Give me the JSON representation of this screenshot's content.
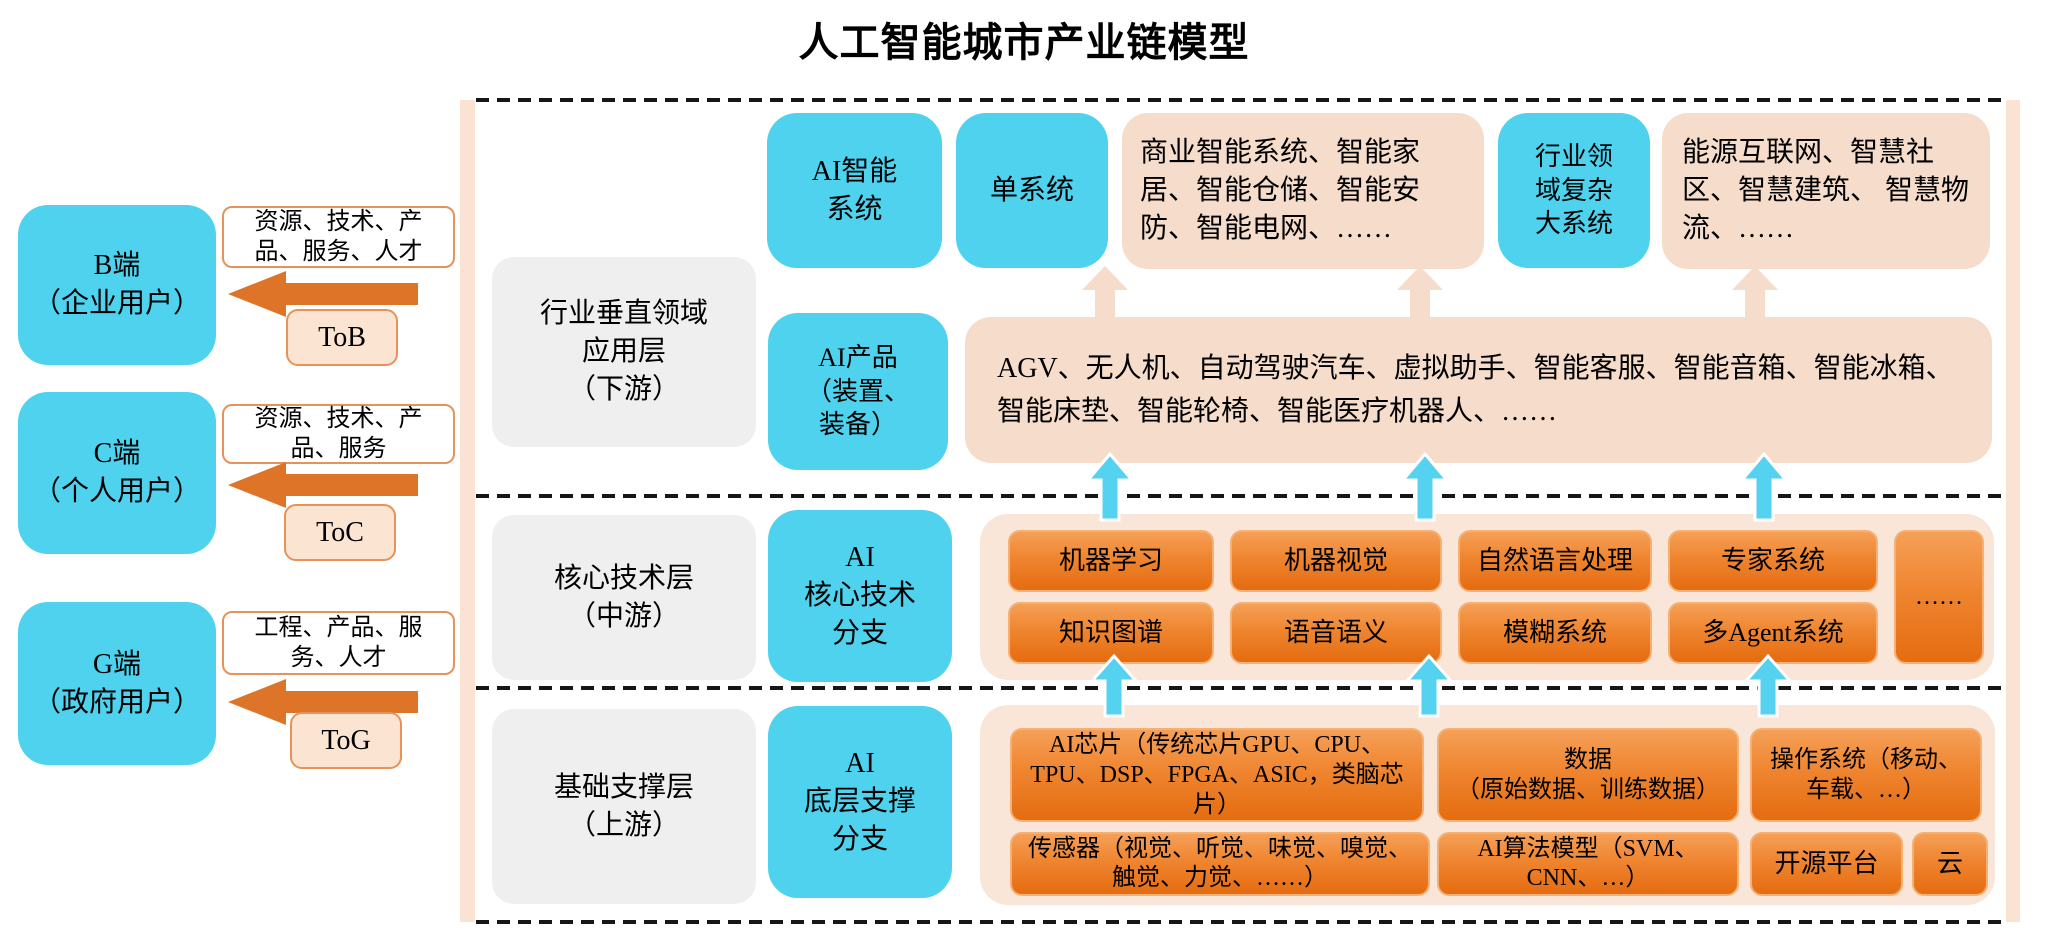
{
  "title": "人工智能城市产业链模型",
  "colors": {
    "cyan": "#4ed2ee",
    "peach_box": "#f6ddcb",
    "peach_container": "#fae6d8",
    "peach_strip": "#fae3d3",
    "orange_gradient_top": "#f5a057",
    "orange_gradient_bottom": "#e56c10",
    "orange_arrow": "#dd7428",
    "gray_box": "#efefef",
    "outline_orange": "#e89158",
    "dash_line": "#161616"
  },
  "icons": {
    "left_block_arrow": "left-block-arrow",
    "up_block_arrow_cyan": "up-block-arrow-cyan",
    "up_block_arrow_peach": "up-block-arrow-peach"
  },
  "left_panel": {
    "groups": [
      {
        "user": "B端\n（企业用户）",
        "flow": "资源、技术、产品、服务、人才",
        "channel": "ToB"
      },
      {
        "user": "C端\n（个人用户）",
        "flow": "资源、技术、产品、服务",
        "channel": "ToC"
      },
      {
        "user": "G端\n（政府用户）",
        "flow": "工程、产品、服务、人才",
        "channel": "ToG"
      }
    ]
  },
  "layers": {
    "application": {
      "label": "行业垂直领域\n应用层\n（下游）",
      "system_row": {
        "ai_system": "AI智能\n系统",
        "single_system": "单系统",
        "single_examples": "商业智能系统、智能家居、智能仓储、智能安防、智能电网、……",
        "complex_system": "行业领\n域复杂\n大系统",
        "complex_examples": "能源互联网、智慧社区、智慧建筑、 智慧物流、……"
      },
      "product_label": "AI产品\n（装置、\n装备）",
      "products": "AGV、无人机、自动驾驶汽车、虚拟助手、智能客服、智能音箱、智能冰箱、智能床垫、智能轮椅、智能医疗机器人、……"
    },
    "core_tech": {
      "label": "核心技术层\n（中游）",
      "branch_label": "AI\n核心技术\n分支",
      "row1": [
        "机器学习",
        "机器视觉",
        "自然语言处理",
        "专家系统"
      ],
      "row2": [
        "知识图谱",
        "语音语义",
        "模糊系统",
        "多Agent系统"
      ],
      "more": "……"
    },
    "foundation": {
      "label": "基础支撑层\n（上游）",
      "branch_label": "AI\n底层支撑\n分支",
      "row1": [
        "AI芯片（传统芯片GPU、CPU、TPU、DSP、FPGA、ASIC，类脑芯片）",
        "数据\n（原始数据、训练数据）",
        "操作系统（移动、车载、…）"
      ],
      "row2": [
        "传感器（视觉、听觉、味觉、嗅觉、触觉、力觉、……）",
        "AI算法模型（SVM、CNN、…）",
        "开源平台",
        "云"
      ]
    }
  }
}
